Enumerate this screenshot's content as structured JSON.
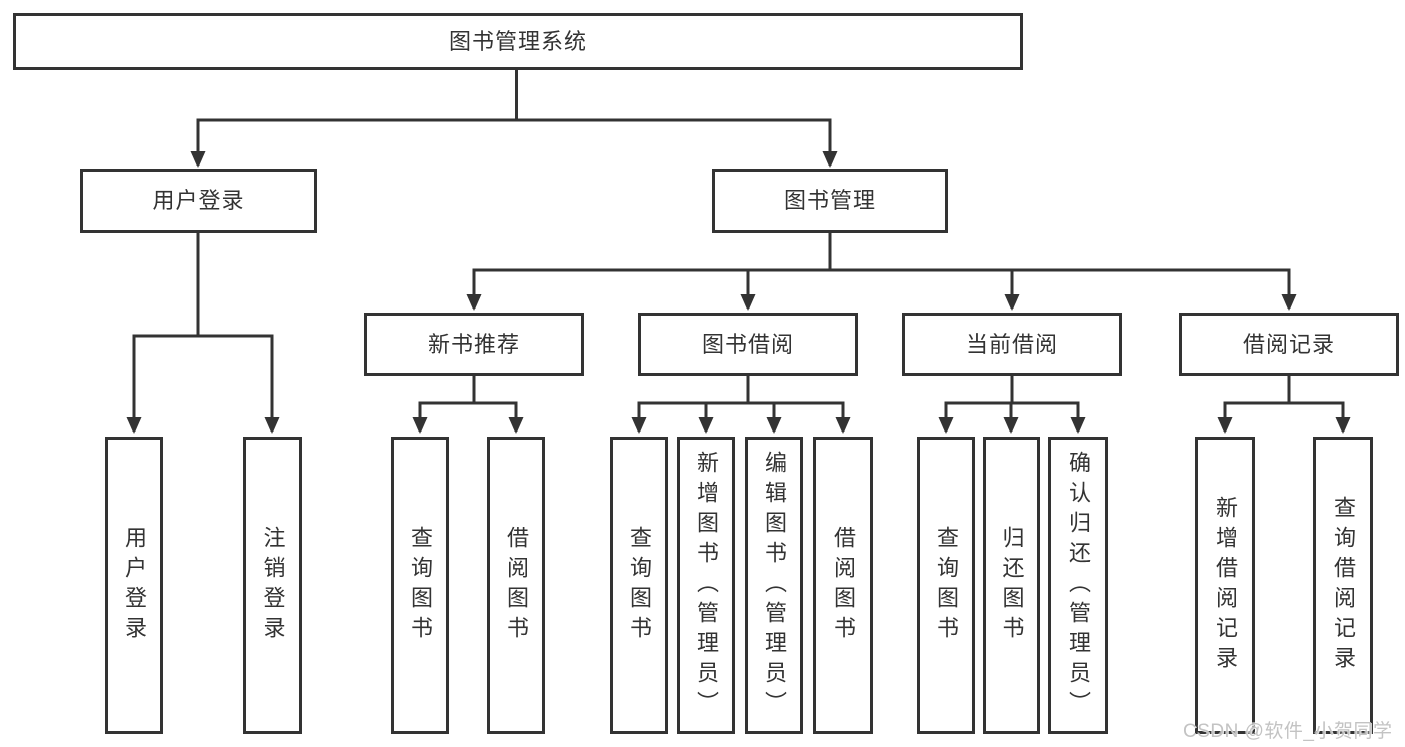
{
  "tree": {
    "root": {
      "label": "图书管理系统"
    },
    "children": [
      {
        "label": "用户登录",
        "children": [
          {
            "label": "用户登录"
          },
          {
            "label": "注销登录"
          }
        ]
      },
      {
        "label": "图书管理",
        "children": [
          {
            "label": "新书推荐",
            "children": [
              {
                "label": "查询图书"
              },
              {
                "label": "借阅图书"
              }
            ]
          },
          {
            "label": "图书借阅",
            "children": [
              {
                "label": "查询图书"
              },
              {
                "label": "新增图书（管理员）"
              },
              {
                "label": "编辑图书（管理员）"
              },
              {
                "label": "借阅图书"
              }
            ]
          },
          {
            "label": "当前借阅",
            "children": [
              {
                "label": "查询图书"
              },
              {
                "label": "归还图书"
              },
              {
                "label": "确认归还（管理员）"
              }
            ]
          },
          {
            "label": "借阅记录",
            "children": [
              {
                "label": "新增借阅记录"
              },
              {
                "label": "查询借阅记录"
              }
            ]
          }
        ]
      }
    ]
  },
  "watermark": {
    "text": "CSDN @软件_小贺同学"
  },
  "colors": {
    "line": "#333333",
    "text": "#333333",
    "box_background": "#ffffff",
    "watermark": "#c3c3c3"
  }
}
